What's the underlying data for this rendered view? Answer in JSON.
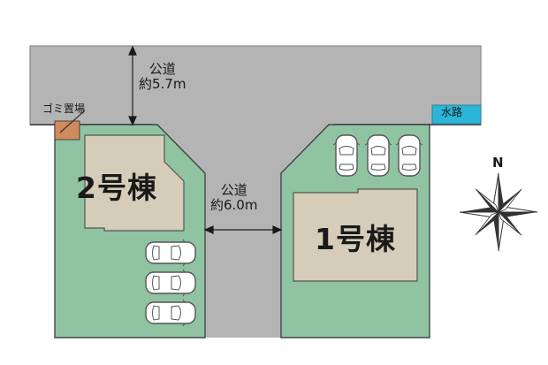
{
  "roads": {
    "north_road": {
      "label": "公道",
      "width": "約5.7m"
    },
    "center_road": {
      "label": "公道",
      "width": "約6.0m"
    }
  },
  "labels": {
    "garbage": "ゴミ置場",
    "waterway": "水路"
  },
  "buildings": [
    {
      "id": "building-2",
      "label": "2号棟"
    },
    {
      "id": "building-1",
      "label": "1号棟"
    }
  ],
  "compass": {
    "north": "N"
  },
  "colors": {
    "road": "#b4b4b4",
    "lot": "#8fc3a2",
    "building": "#d5cdb9",
    "waterway": "#2bb5d8",
    "garbage": "#d18a5b"
  },
  "parking": {
    "lot_2_cars": 3,
    "lot_1_cars": 3
  }
}
